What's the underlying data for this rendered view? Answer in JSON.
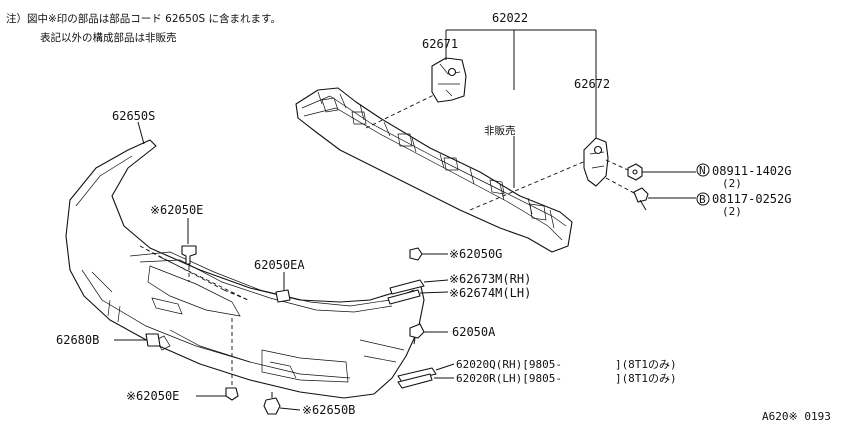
{
  "note": {
    "line1": "注）図中※印の部品は部品コード 62650S に含まれます。",
    "line2": "表記以外の構成部品は非販売"
  },
  "labels": {
    "l62022": "62022",
    "l62671": "62671",
    "l62672": "62672",
    "hihanbai": "非販売",
    "l62650s": "62650S",
    "n_part": "08911-1402G",
    "n_qty": "(2)",
    "n_mark": "N",
    "b_part": "08117-0252G",
    "b_qty": "(2)",
    "b_mark": "B",
    "l62050e_top": "※62050E",
    "l62050ea": "62050EA",
    "l62050g": "※62050G",
    "l62673m": "※62673M(RH)",
    "l62674m": "※62674M(LH)",
    "l62050a": "62050A",
    "l62680b": "62680B",
    "l62020q": "62020Q(RH)[9805-        ](8T1のみ)",
    "l62020r": "62020R(LH)[9805-        ](8T1のみ)",
    "l62050e_bot": "※62050E",
    "l62650b": "※62650B",
    "code": "A620※ 0193"
  }
}
